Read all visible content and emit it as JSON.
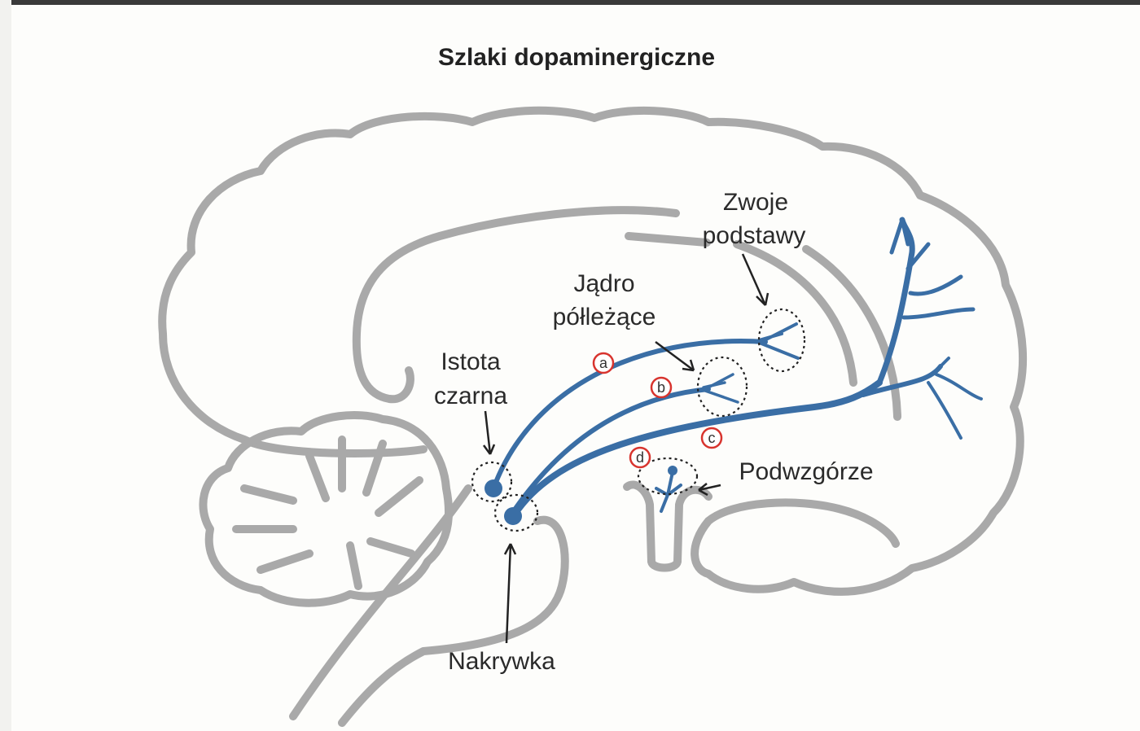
{
  "title": "Szlaki dopaminergiczne",
  "labels": {
    "basal_ganglia_line1": "Zwoje",
    "basal_ganglia_line2": "podstawy",
    "nucleus_accumbens_line1": "Jądro",
    "nucleus_accumbens_line2": "półleżące",
    "substantia_nigra_line1": "Istota",
    "substantia_nigra_line2": "czarna",
    "hypothalamus": "Podwzgórze",
    "tegmentum": "Nakrywka"
  },
  "pathway_markers": [
    "a",
    "b",
    "c",
    "d"
  ],
  "colors": {
    "brain_outline": "#a9a9a9",
    "pathway": "#3a6ea5",
    "marker_ring": "#d8342e"
  }
}
